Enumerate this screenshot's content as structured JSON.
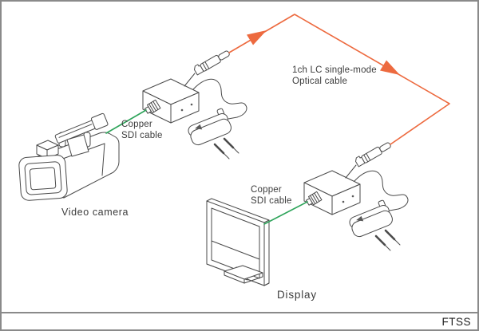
{
  "footer": {
    "brand": "FTSS"
  },
  "labels": {
    "video_camera": "Video camera",
    "display": "Display",
    "sdi_cable_top": "Copper\nSDI cable",
    "sdi_cable_bottom": "Copper\nSDI cable",
    "optical_cable": "1ch LC single-mode\nOptical cable"
  },
  "colors": {
    "sdi_cable": "#2ea45a",
    "optical_cable": "#ed6a3f",
    "line_art": "#4a4a4a"
  }
}
